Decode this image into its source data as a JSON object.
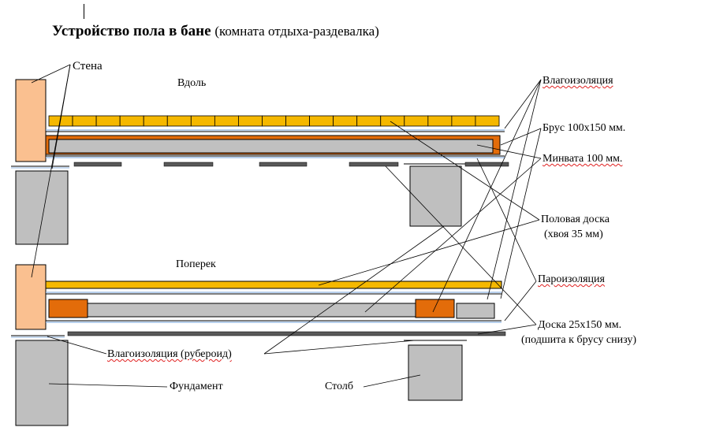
{
  "title": {
    "main": "Устройство пола в бане",
    "sub": "(комната отдыха-раздевалка)"
  },
  "sections": {
    "along": "Вдоль",
    "across": "Поперек"
  },
  "labels": {
    "wall": "Стена",
    "waterproofing": "Влагоизоляция",
    "beam": "Брус 100х150 мм.",
    "mineral_wool": "Минвата 100 мм.",
    "floor_board": "Половая доска",
    "floor_board_note": "(хвоя 35 мм)",
    "vapor_barrier": "Пароизоляция",
    "sub_board": "Доска 25х150 мм.",
    "sub_board_note": "(подшита к брусу снизу)",
    "waterproofing_roofing": "Влагоизоляция (рубероид)",
    "foundation": "Фундамент",
    "pillar": "Столб"
  },
  "colors": {
    "floor_board": "#f5b800",
    "beam": "#e36c0a",
    "mineral_wool": "#c0c0c0",
    "wall": "#fac090",
    "concrete": "#bfbfbf",
    "sub_board": "#595959",
    "film": "#8db3e2"
  }
}
